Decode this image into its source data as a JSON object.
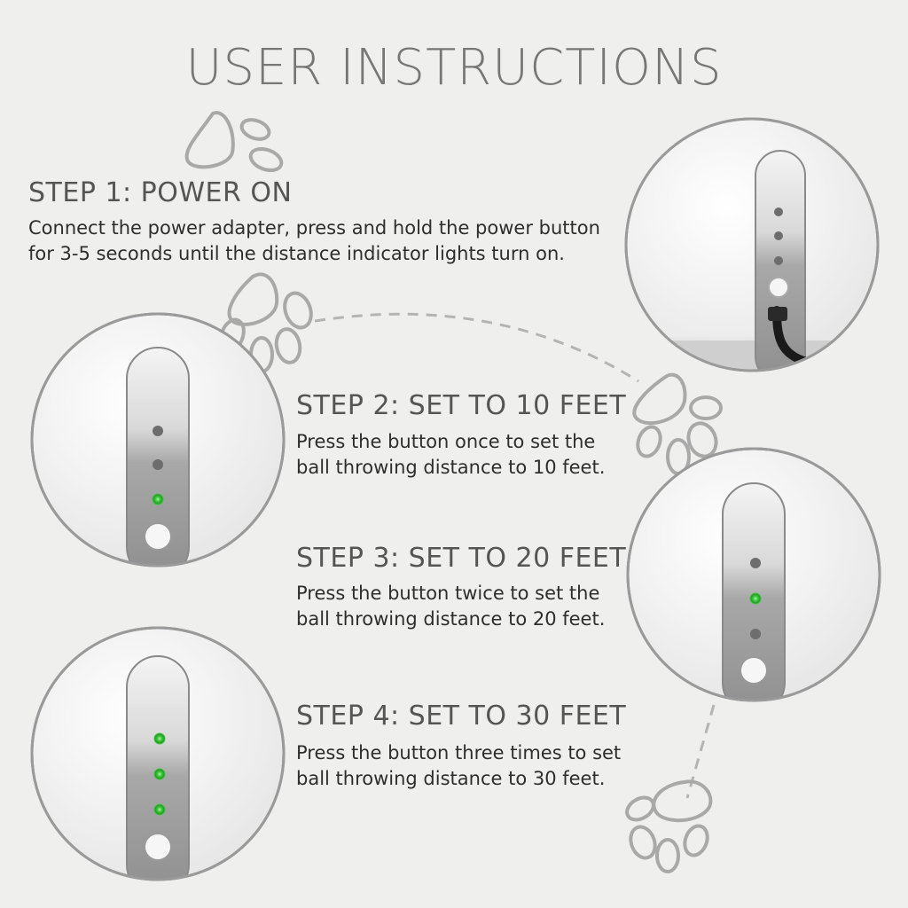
{
  "title": "USER INSTRUCTIONS",
  "steps": [
    {
      "heading": "STEP 1: POWER ON",
      "lines": [
        "Connect the power adapter, press and hold the power button",
        "for 3-5 seconds until the distance indicator lights turn on."
      ],
      "lights": [
        "off",
        "off",
        "off"
      ]
    },
    {
      "heading": "STEP 2: SET TO 10 FEET",
      "lines": [
        "Press the button once to set the",
        "ball throwing distance to 10 feet."
      ],
      "lights": [
        "off",
        "off",
        "green"
      ]
    },
    {
      "heading": "STEP 3: SET TO 20 FEET",
      "lines": [
        "Press the button twice to set the",
        "ball throwing distance to 20 feet."
      ],
      "lights": [
        "off",
        "green",
        "off"
      ]
    },
    {
      "heading": "STEP 4: SET TO 30 FEET",
      "lines": [
        "Press the button three times to set",
        "ball throwing distance to 30 feet."
      ],
      "lights": [
        "green",
        "green",
        "green"
      ]
    }
  ],
  "colors": {
    "green_light": "#3ec43e",
    "off_light": "#6d6d6d",
    "paw_outline": "#a9a9a9"
  },
  "icons": [
    "paw-print-icon",
    "power-cable-icon"
  ]
}
